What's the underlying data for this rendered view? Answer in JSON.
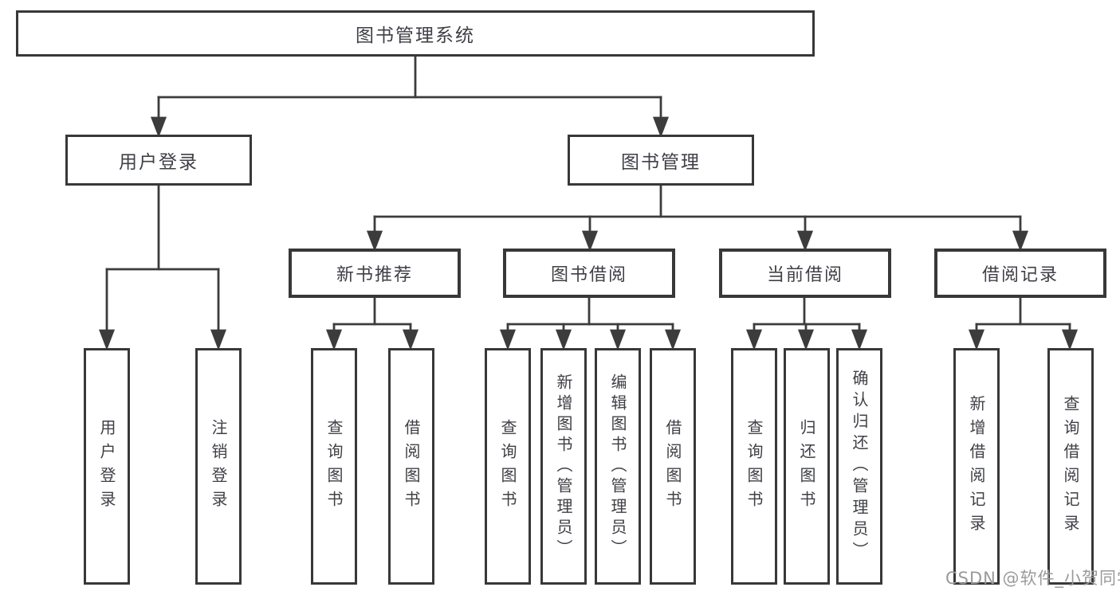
{
  "tree": {
    "root": {
      "label": "图书管理系统",
      "children": [
        {
          "label": "用户登录",
          "children": [
            {
              "label": "用户登录"
            },
            {
              "label": "注销登录"
            }
          ]
        },
        {
          "label": "图书管理",
          "children": [
            {
              "label": "新书推荐",
              "children": [
                {
                  "label": "查询图书"
                },
                {
                  "label": "借阅图书"
                }
              ]
            },
            {
              "label": "图书借阅",
              "children": [
                {
                  "label": "查询图书"
                },
                {
                  "label": "新增图书（管理员）"
                },
                {
                  "label": "编辑图书（管理员）"
                },
                {
                  "label": "借阅图书"
                }
              ]
            },
            {
              "label": "当前借阅",
              "children": [
                {
                  "label": "查询图书"
                },
                {
                  "label": "归还图书"
                },
                {
                  "label": "确认归还（管理员）"
                }
              ]
            },
            {
              "label": "借阅记录",
              "children": [
                {
                  "label": "新增借阅记录"
                },
                {
                  "label": "查询借阅记录"
                }
              ]
            }
          ]
        }
      ]
    }
  },
  "watermark": {
    "text": "CSDN @软件_小贺同学"
  },
  "colors": {
    "line": "#3c3c3c",
    "box_border": "#383838",
    "text": "#3f4046",
    "watermark": "#9a9a9a",
    "background": "#ffffff"
  }
}
